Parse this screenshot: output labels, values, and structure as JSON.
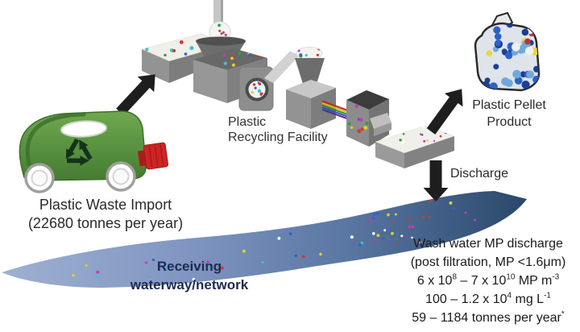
{
  "palette": {
    "background": "#ffffff",
    "arrow_black": "#1e1e1e",
    "truck_green": "#579140",
    "cap_red": "#ce2424",
    "machine_gray": "#8f8f8f",
    "river_light": "#8ba1c9",
    "river_dark": "#2b476a",
    "label_text": "#2a2a2a",
    "river_label_text": "#1c2c50"
  },
  "labels": {
    "waste_import": {
      "line1": "Plastic Waste Import",
      "line2": "(22680 tonnes per year)"
    },
    "facility": {
      "line1": "Plastic",
      "line2": "Recycling Facility"
    },
    "pellet_product": {
      "line1": "Plastic Pellet",
      "line2": "Product"
    },
    "discharge": "Discharge",
    "receiving_waterway": {
      "line1": "Receiving",
      "line2": "waterway/network"
    }
  },
  "stats": {
    "title": "Wash water MP discharge",
    "subtitle": "(post filtration, MP <1.6μm)",
    "mp_concentration": {
      "base1": "6 x 10",
      "sup1": "8",
      "base2": " – 7 x 10",
      "sup2": "10",
      "base3": " MP m",
      "sup3": "-3"
    },
    "mass_concentration": {
      "base1": "100 – 1.2 x 10",
      "sup1": "4",
      "base2": " mg L",
      "sup2": "-1"
    },
    "annual_load": {
      "base1": "59 – 1184 tonnes per year",
      "sup1": "*"
    }
  },
  "icons": {
    "truck": "green-plastic-jug-truck-icon",
    "recycle": "recycle-arrows-icon",
    "facility": "recycling-machinery-icon",
    "pellet_bag": "pellet-bag-icon",
    "river": "river-waterway-icon",
    "arrows": "thick-black-arrow-icon"
  }
}
